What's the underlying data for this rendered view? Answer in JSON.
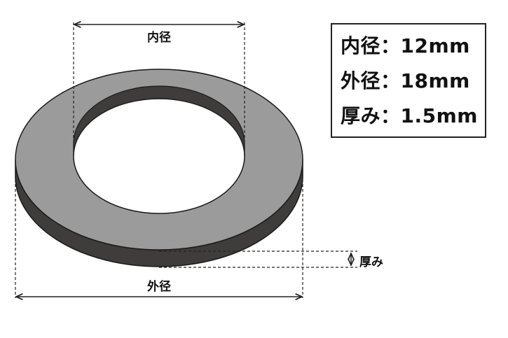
{
  "diagram": {
    "labels": {
      "inner_diameter": "内径",
      "outer_diameter": "外径",
      "thickness": "厚み"
    },
    "specs": [
      {
        "label": "内径",
        "separator": "：",
        "value": "12mm"
      },
      {
        "label": "外径",
        "separator": "：",
        "value": "18mm"
      },
      {
        "label": "厚み",
        "separator": "：",
        "value": "1.5mm"
      }
    ],
    "colors": {
      "ring_face": "#9b9b9b",
      "ring_side": "#3f3c3c",
      "ring_outline": "#1a1a1a",
      "dimension_line": "#222222"
    }
  }
}
